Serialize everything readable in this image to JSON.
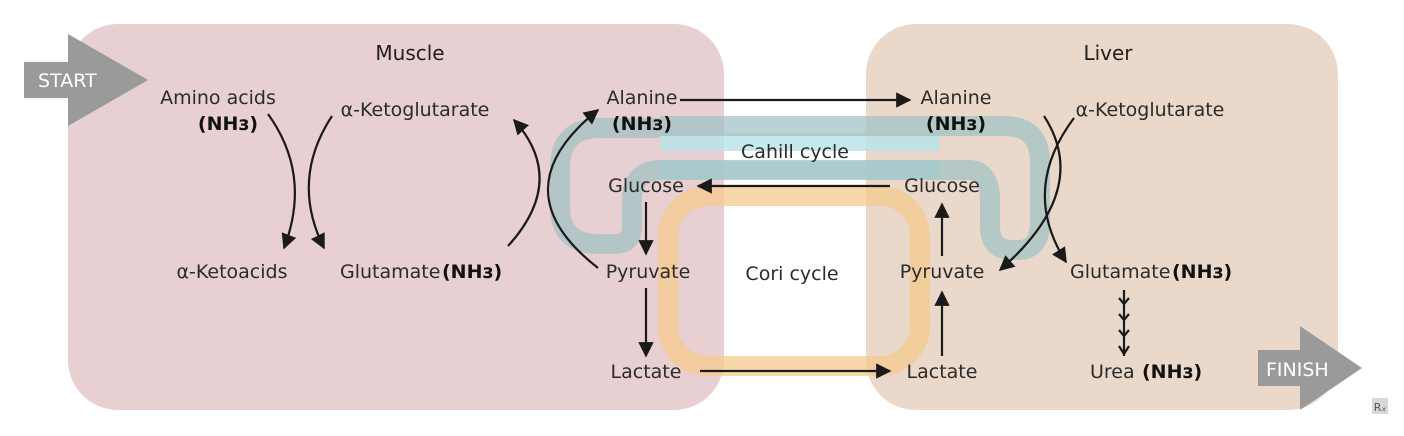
{
  "colors": {
    "muscle_panel": "#e8cfd1",
    "liver_panel": "#ead9cb",
    "cahill_band": "#9fc0c4",
    "cahill_band_light": "#b8e2e8",
    "cori_band": "#f5c98a",
    "cori_band_light": "#f8dc9f",
    "cahill_label": "#1a9a9c",
    "cori_label": "#8a6224",
    "arrow_shape": "#9a9a9a"
  },
  "muscle": {
    "title": "Muscle",
    "amino_acids": "Amino acids",
    "amino_acids_nh3": "(NHз)",
    "a_ketoglutarate": "α-Ketoglutarate",
    "a_ketoacids": "α-Ketoacids",
    "glutamate": "Glutamate",
    "glutamate_nh3": "(NHз)",
    "alanine": "Alanine",
    "alanine_nh3": "(NHз)",
    "glucose": "Glucose",
    "pyruvate": "Pyruvate",
    "lactate": "Lactate"
  },
  "liver": {
    "title": "Liver",
    "alanine": "Alanine",
    "alanine_nh3": "(NHз)",
    "a_ketoglutarate": "α-Ketoglutarate",
    "glucose": "Glucose",
    "pyruvate": "Pyruvate",
    "glutamate": "Glutamate",
    "glutamate_nh3": "(NHз)",
    "lactate": "Lactate",
    "urea": "Urea",
    "urea_nh3": "(NHз)"
  },
  "cycles": {
    "cahill": "Cahill cycle",
    "cori": "Cori cycle"
  },
  "markers": {
    "start": "START",
    "finish": "FINISH",
    "logo": "Rₓ"
  },
  "icons": {
    "start": "start-arrow-icon",
    "finish": "finish-arrow-icon",
    "logo": "rx-logo-icon"
  }
}
